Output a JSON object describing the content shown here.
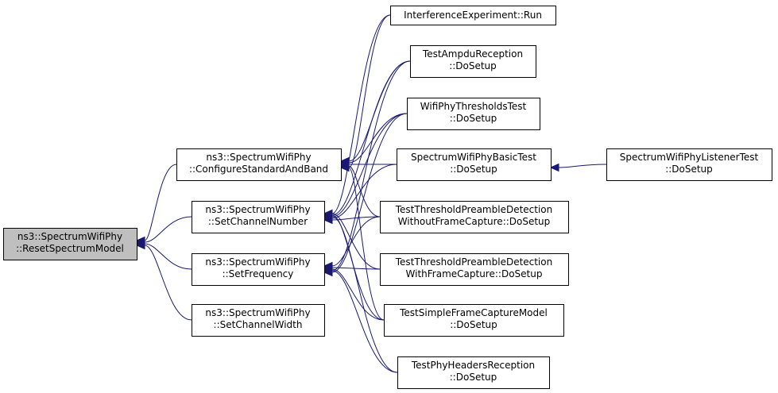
{
  "nodes": [
    {
      "id": "reset",
      "lines": [
        "ns3::SpectrumWifiPhy",
        "::ResetSpectrumModel"
      ]
    },
    {
      "id": "configure",
      "lines": [
        "ns3::SpectrumWifiPhy",
        "::ConfigureStandardAndBand"
      ]
    },
    {
      "id": "setchannelnumber",
      "lines": [
        "ns3::SpectrumWifiPhy",
        "::SetChannelNumber"
      ]
    },
    {
      "id": "setfrequency",
      "lines": [
        "ns3::SpectrumWifiPhy",
        "::SetFrequency"
      ]
    },
    {
      "id": "setchannelwidth",
      "lines": [
        "ns3::SpectrumWifiPhy",
        "::SetChannelWidth"
      ]
    },
    {
      "id": "interference",
      "lines": [
        "InterferenceExperiment::Run"
      ]
    },
    {
      "id": "ampdu",
      "lines": [
        "TestAmpduReception",
        "::DoSetup"
      ]
    },
    {
      "id": "thresholds",
      "lines": [
        "WifiPhyThresholdsTest",
        "::DoSetup"
      ]
    },
    {
      "id": "basictest",
      "lines": [
        "SpectrumWifiPhyBasicTest",
        "::DoSetup"
      ]
    },
    {
      "id": "listenertest",
      "lines": [
        "SpectrumWifiPhyListenerTest",
        "::DoSetup"
      ]
    },
    {
      "id": "preamblewithout",
      "lines": [
        "TestThresholdPreambleDetection",
        "WithoutFrameCapture::DoSetup"
      ]
    },
    {
      "id": "preamblewith",
      "lines": [
        "TestThresholdPreambleDetection",
        "WithFrameCapture::DoSetup"
      ]
    },
    {
      "id": "framecapture",
      "lines": [
        "TestSimpleFrameCaptureModel",
        "::DoSetup"
      ]
    },
    {
      "id": "phyheaders",
      "lines": [
        "TestPhyHeadersReception",
        "::DoSetup"
      ]
    }
  ],
  "edges": [
    {
      "from": "configure",
      "to": "reset"
    },
    {
      "from": "setchannelnumber",
      "to": "reset"
    },
    {
      "from": "setfrequency",
      "to": "reset"
    },
    {
      "from": "setchannelwidth",
      "to": "reset"
    },
    {
      "from": "interference",
      "to": "configure"
    },
    {
      "from": "ampdu",
      "to": "configure"
    },
    {
      "from": "thresholds",
      "to": "configure"
    },
    {
      "from": "basictest",
      "to": "configure"
    },
    {
      "from": "preamblewithout",
      "to": "configure"
    },
    {
      "from": "framecapture",
      "to": "configure"
    },
    {
      "from": "interference",
      "to": "setchannelnumber"
    },
    {
      "from": "ampdu",
      "to": "setchannelnumber"
    },
    {
      "from": "thresholds",
      "to": "setchannelnumber"
    },
    {
      "from": "basictest",
      "to": "setchannelnumber"
    },
    {
      "from": "preamblewithout",
      "to": "setchannelnumber"
    },
    {
      "from": "preamblewith",
      "to": "setchannelnumber"
    },
    {
      "from": "framecapture",
      "to": "setchannelnumber"
    },
    {
      "from": "phyheaders",
      "to": "setchannelnumber"
    },
    {
      "from": "ampdu",
      "to": "setfrequency"
    },
    {
      "from": "thresholds",
      "to": "setfrequency"
    },
    {
      "from": "preamblewithout",
      "to": "setfrequency"
    },
    {
      "from": "preamblewith",
      "to": "setfrequency"
    },
    {
      "from": "framecapture",
      "to": "setfrequency"
    },
    {
      "from": "phyheaders",
      "to": "setfrequency"
    },
    {
      "from": "listenertest",
      "to": "basictest"
    }
  ],
  "colors": {
    "edge": "#191970",
    "root_fill": "#bfbfbf",
    "node_fill": "#ffffff",
    "border": "#000000"
  }
}
